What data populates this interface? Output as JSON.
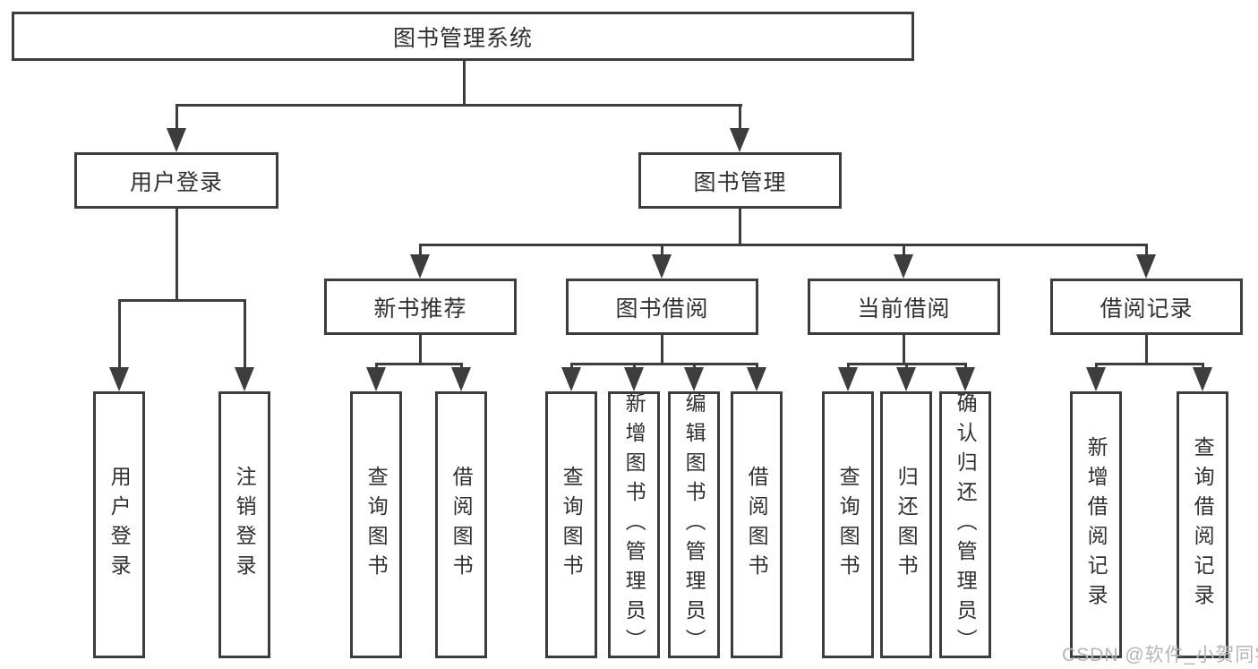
{
  "tree": {
    "root": "图书管理系统",
    "children": [
      {
        "label": "用户登录",
        "children": [
          "用户登录",
          "注销登录"
        ]
      },
      {
        "label": "图书管理",
        "children": [
          {
            "label": "新书推荐",
            "children": [
              "查询图书",
              "借阅图书"
            ]
          },
          {
            "label": "图书借阅",
            "children": [
              "查询图书",
              "新增图书（管理员）",
              "编辑图书（管理员）",
              "借阅图书"
            ]
          },
          {
            "label": "当前借阅",
            "children": [
              "查询图书",
              "归还图书",
              "确认归还（管理员）"
            ]
          },
          {
            "label": "借阅记录",
            "children": [
              "新增借阅记录",
              "查询借阅记录"
            ]
          }
        ]
      }
    ]
  },
  "watermark": {
    "text": "CSDN @软件_小贺同学"
  },
  "colors": {
    "line": "#3d3d3d",
    "text": "#303030",
    "watermark": "#b5b5b5",
    "background": "#ffffff"
  }
}
